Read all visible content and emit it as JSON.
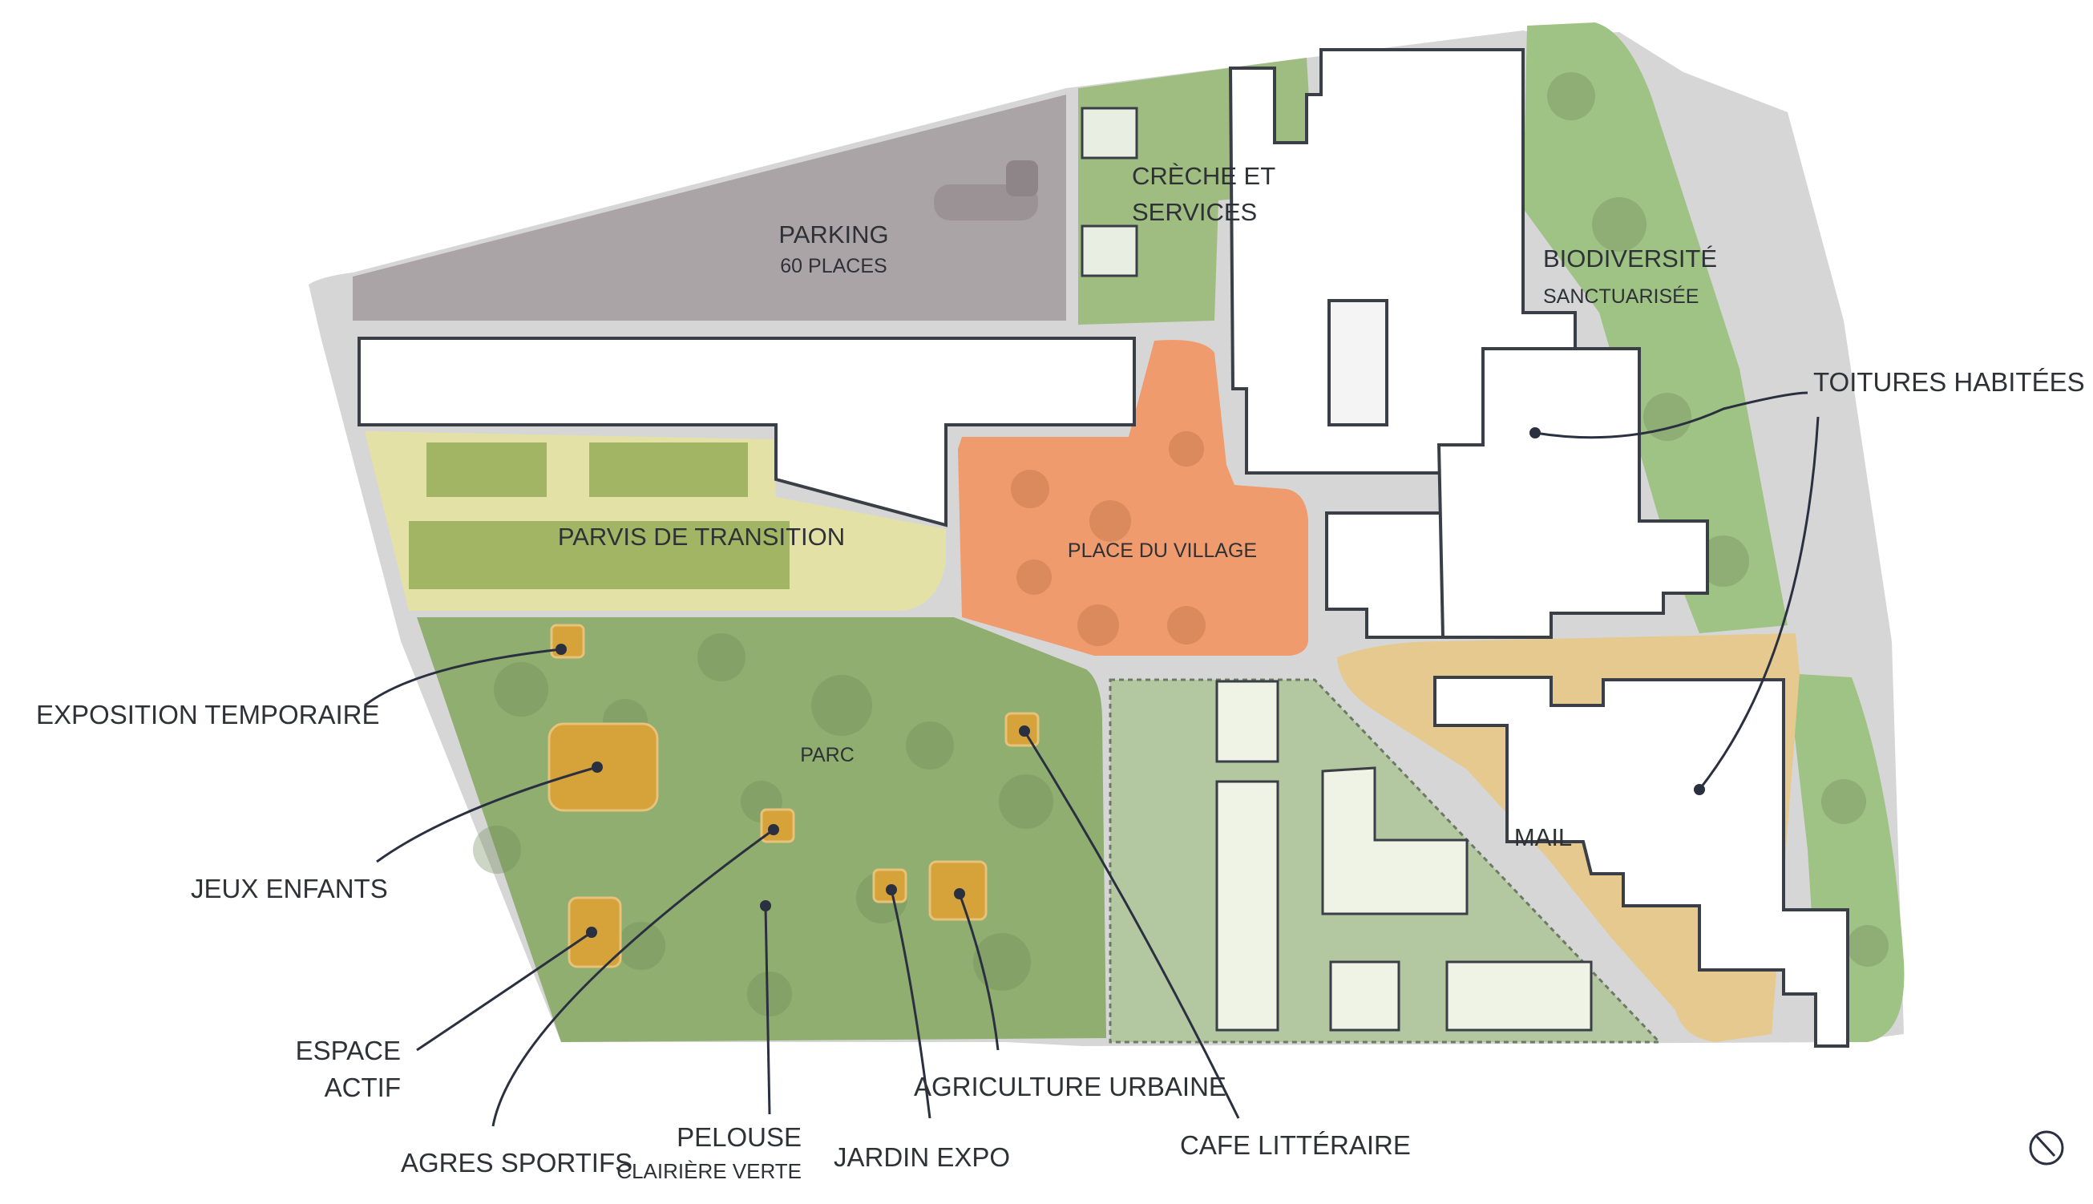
{
  "zones": {
    "parking": {
      "title": "PARKING",
      "subtitle": "60 PLACES"
    },
    "creche": {
      "line1": "CRÈCHE ET",
      "line2": "SERVICES"
    },
    "biodiversite": {
      "title": "BIODIVERSITÉ",
      "subtitle": "SANCTUARISÉE"
    },
    "parvis": "PARVIS DE TRANSITION",
    "place": "PLACE DU VILLAGE",
    "parc": "PARC",
    "mail": "MAIL"
  },
  "callouts": {
    "toitures": "TOITURES HABITÉES",
    "exposition": "EXPOSITION TEMPORAIRE",
    "jeux": "JEUX ENFANTS",
    "espace_actif": {
      "line1": "ESPACE",
      "line2": "ACTIF"
    },
    "agres": "AGRES SPORTIFS",
    "pelouse": {
      "title": "PELOUSE",
      "subtitle": "CLAIRIÈRE VERTE"
    },
    "jardin_expo": "JARDIN EXPO",
    "agriculture": "AGRICULTURE URBAINE",
    "cafe": "CAFE LITTÉRAIRE"
  },
  "colors": {
    "parking": "#a9a2a4",
    "park_green": "#8fae6f",
    "biodiversity_green": "#9fc285",
    "parvis_yellow": "#e6e2a8",
    "place_orange": "#ef9b6d",
    "mail_ochre": "#e8c88e",
    "equipment": "#d6a23a",
    "building_outline": "#3a3f47",
    "road_grey": "#d4d4d4"
  },
  "icons": {
    "north": "north-arrow-icon"
  }
}
